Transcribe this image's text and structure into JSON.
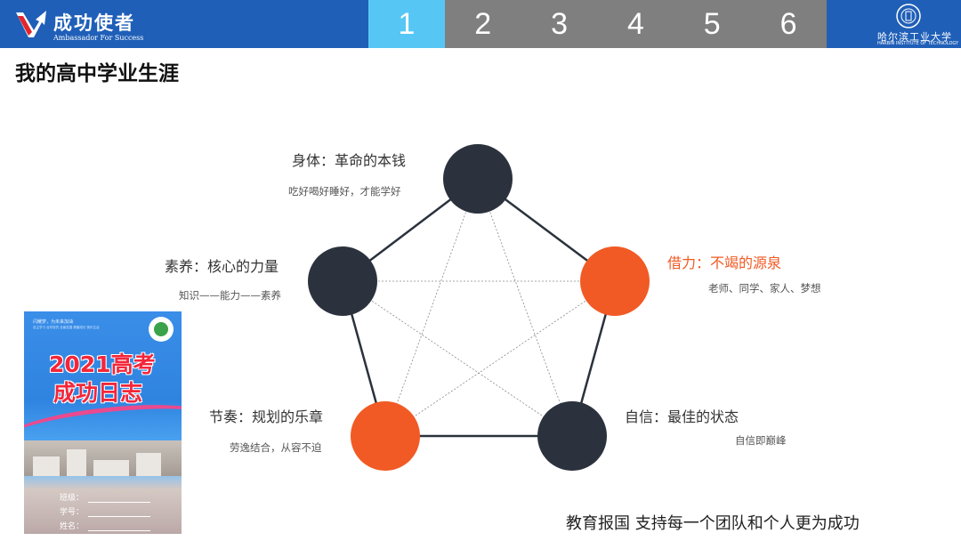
{
  "header": {
    "brand_title": "成功使者",
    "brand_subtitle": "Ambassador For Success",
    "tabs": [
      {
        "label": "1",
        "active": true
      },
      {
        "label": "2",
        "active": false
      },
      {
        "label": "3",
        "active": false
      },
      {
        "label": "4",
        "active": false
      },
      {
        "label": "5",
        "active": false
      },
      {
        "label": "6",
        "active": false
      }
    ],
    "university_name": "哈尔滨工业大学",
    "university_en": "HARBIN INSTITUTE OF TECHNOLOGY"
  },
  "page_title": "我的高中学业生涯",
  "diagram": {
    "node_colors": {
      "dark": "#2b323d",
      "accent": "#f15a24"
    },
    "nodes": [
      {
        "id": "body",
        "title": "身体：革命的本钱",
        "subtitle": "吃好喝好睡好，才能学好",
        "color": "dark"
      },
      {
        "id": "help",
        "title": "借力：不竭的源泉",
        "subtitle": "老师、同学、家人、梦想",
        "color": "accent"
      },
      {
        "id": "confidence",
        "title": "自信：最佳的状态",
        "subtitle": "自信即巅峰",
        "color": "dark"
      },
      {
        "id": "rhythm",
        "title": "节奏：规划的乐章",
        "subtitle": "劳逸结合，从容不迫",
        "color": "accent"
      },
      {
        "id": "quality",
        "title": "素养：核心的力量",
        "subtitle": "知识——能力——素养",
        "color": "dark"
      }
    ]
  },
  "cover": {
    "slogan": "闪耀梦，为未来加油",
    "slogan_small": "自主学习  合作探究  全面发展  健康成长  快乐生活",
    "title_line1": "2021高考",
    "title_line2": "成功日志",
    "field_class": "班级：",
    "field_id": "学号：",
    "field_name": "姓名："
  },
  "footer": "教育报国    支持每一个团队和个人更为成功"
}
